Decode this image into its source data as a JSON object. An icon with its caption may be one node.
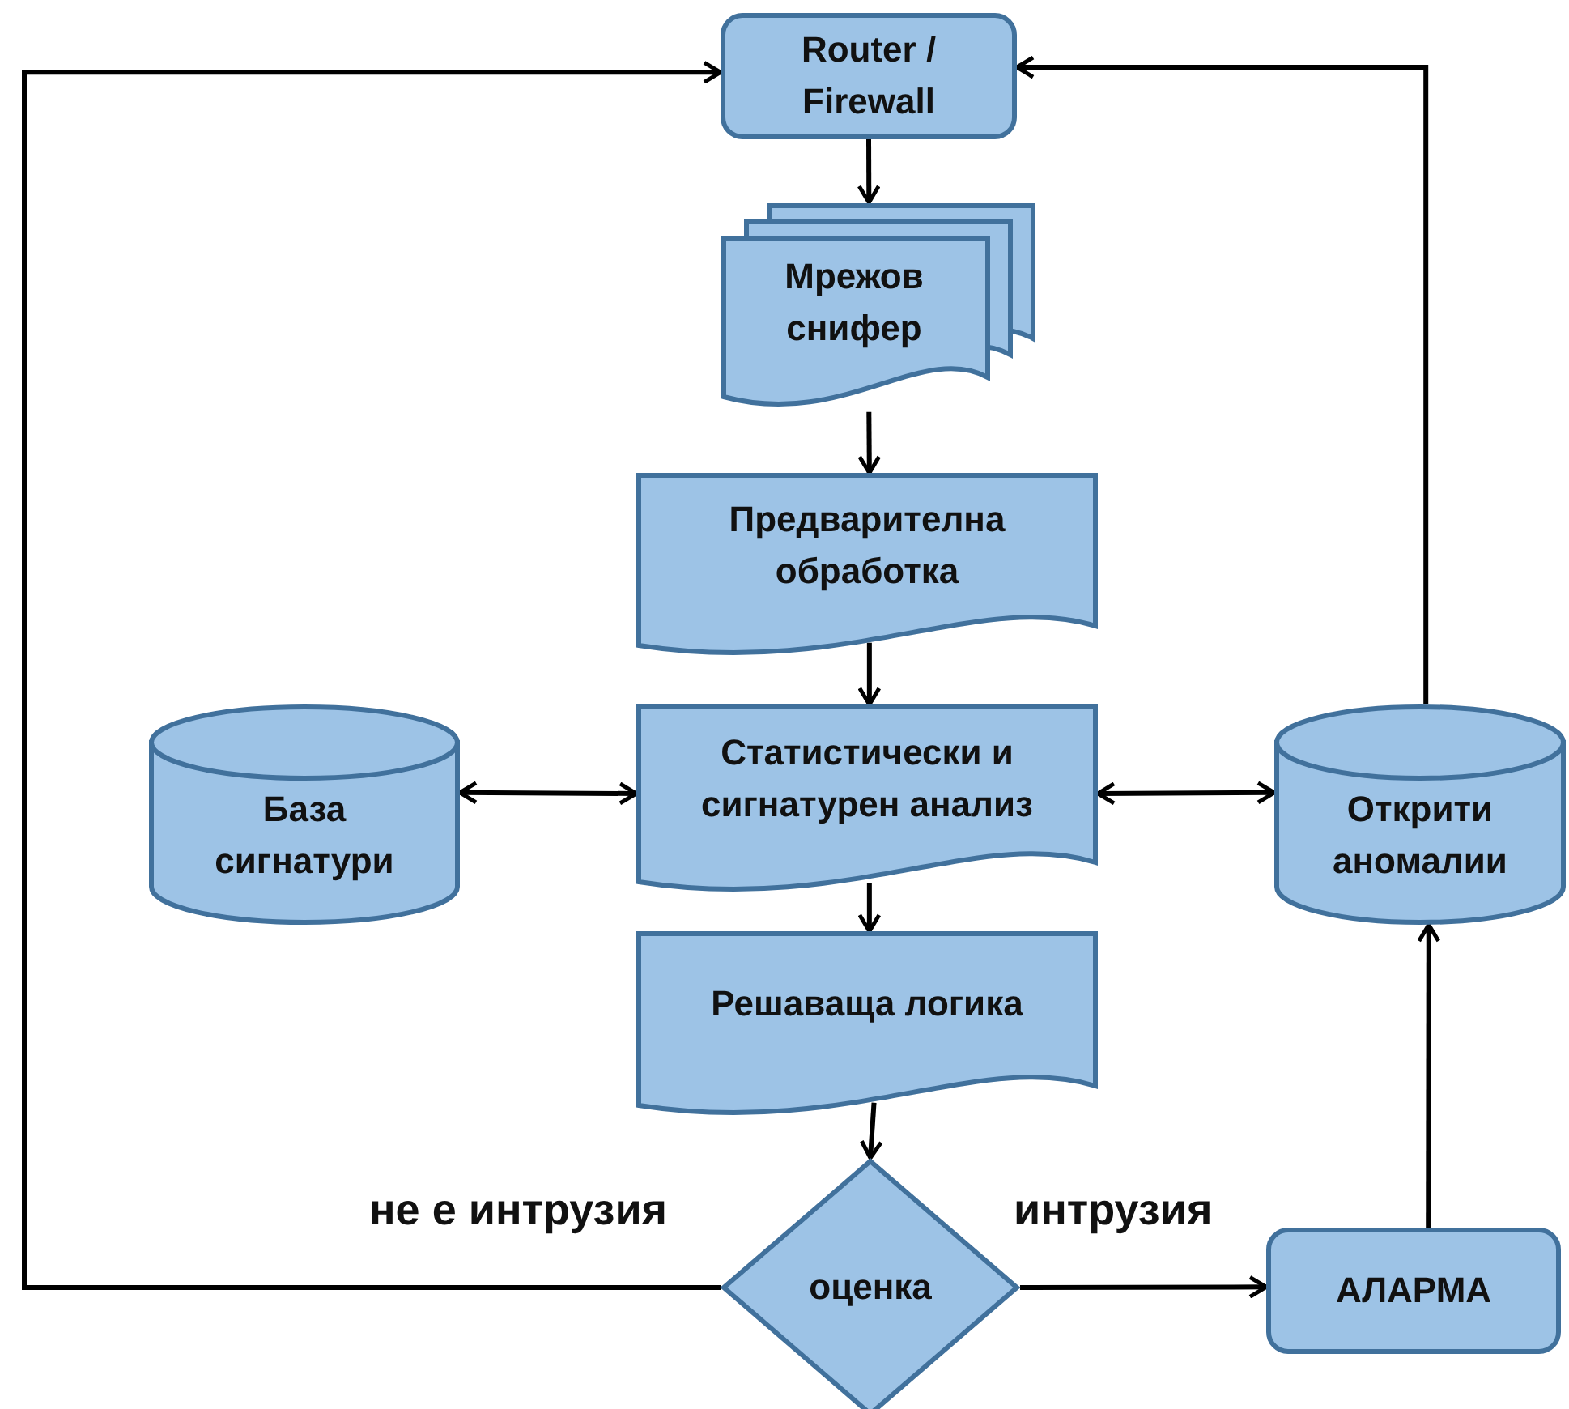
{
  "diagram": {
    "nodes": [
      {
        "text": [
          "Router / Firewall"
        ]
      },
      {
        "text": [
          "Мрежов снифер"
        ]
      },
      {
        "text": [
          "Предварителна обработка"
        ]
      },
      {
        "text": [
          "Статистически и сигнатурен анализ"
        ]
      },
      {
        "text": [
          "База сигнатури"
        ]
      },
      {
        "text": [
          "Открити аномалии"
        ]
      },
      {
        "text": [
          "Решаваща логика"
        ]
      },
      {
        "text": [
          "оценка"
        ]
      },
      {
        "text": [
          "АЛАРМА"
        ]
      }
    ],
    "edges": [
      {
        "from": 0,
        "to": 1,
        "arrow": "to"
      },
      {
        "from": 1,
        "to": 2,
        "arrow": "to"
      },
      {
        "from": 2,
        "to": 3,
        "arrow": "to"
      },
      {
        "from": 3,
        "to": 4,
        "arrow": "both"
      },
      {
        "from": 3,
        "to": 5,
        "arrow": "both"
      },
      {
        "from": 3,
        "to": 6,
        "arrow": "to"
      },
      {
        "from": 6,
        "to": 7,
        "arrow": "to"
      },
      {
        "from": 7,
        "to": 0,
        "arrow": "to",
        "label": "не е интрузия"
      },
      {
        "from": 7,
        "to": 8,
        "arrow": "to",
        "label": "интрузия"
      },
      {
        "from": 8,
        "to": 5,
        "arrow": "to"
      },
      {
        "from": 5,
        "to": 0,
        "arrow": "to"
      }
    ]
  }
}
